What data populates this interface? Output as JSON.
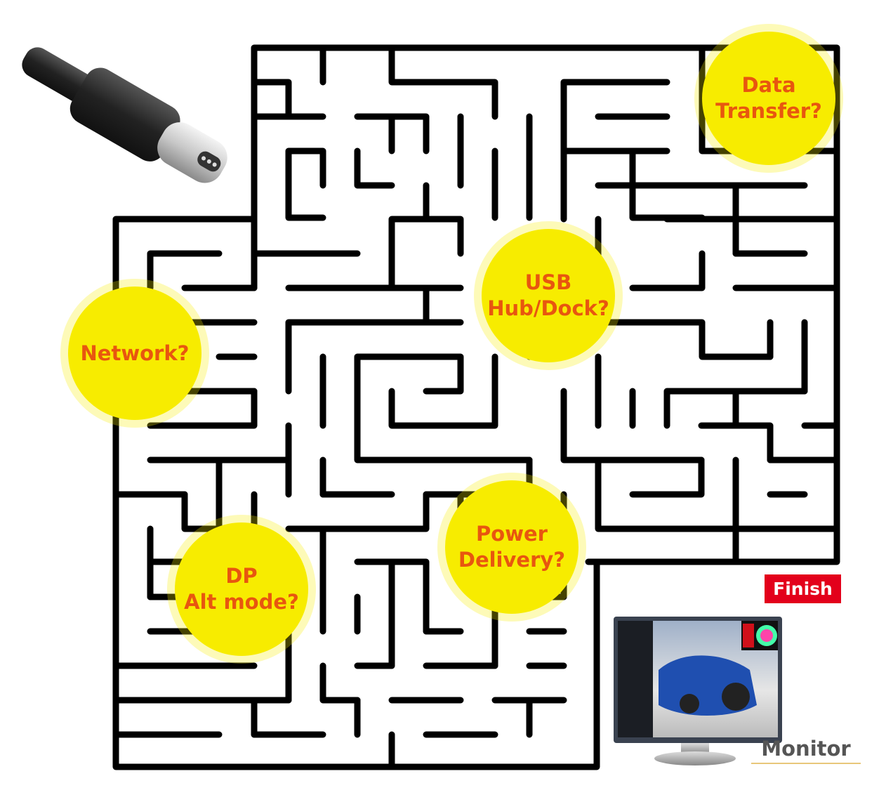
{
  "maze": {
    "bubbles": [
      {
        "id": "data-transfer",
        "lines": [
          "Data",
          "Transfer?"
        ]
      },
      {
        "id": "usb-hub-dock",
        "lines": [
          "USB",
          "Hub/Dock?"
        ]
      },
      {
        "id": "network",
        "lines": [
          "Network?"
        ]
      },
      {
        "id": "power-delivery",
        "lines": [
          "Power",
          "Delivery?"
        ]
      },
      {
        "id": "dp-alt-mode",
        "lines": [
          "DP",
          "Alt mode?"
        ]
      }
    ],
    "finish_label": "Finish",
    "monitor_label": "Monitor",
    "start_icon": "usb-c-plug-icon",
    "end_icon": "monitor-icon"
  },
  "colors": {
    "bubble": "#f7ec00",
    "bubble_text": "#e8560f",
    "finish_bg": "#e3001b",
    "wall": "#000000"
  }
}
